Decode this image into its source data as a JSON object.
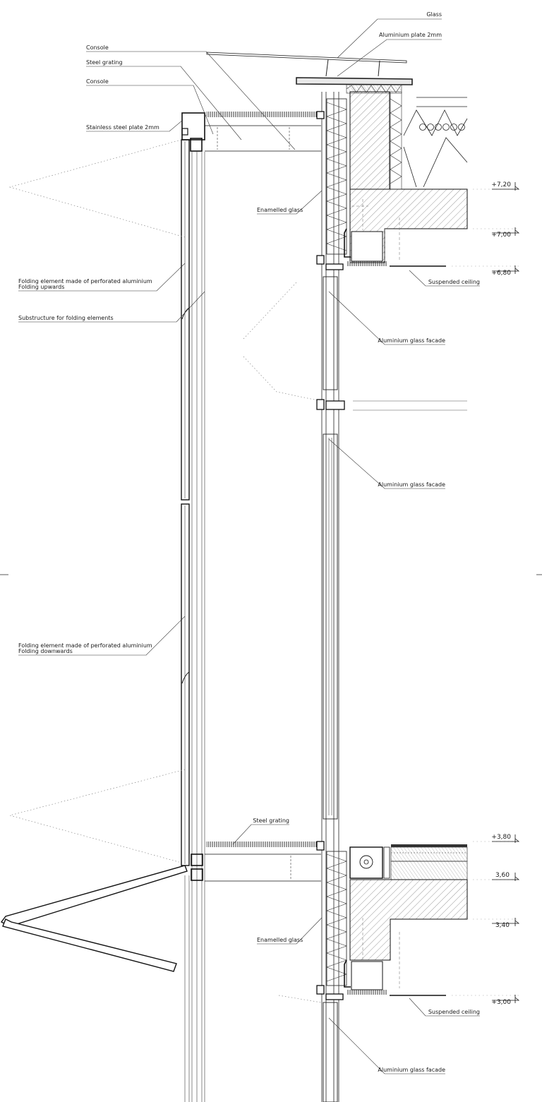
{
  "labels": {
    "glass": "Glass",
    "aluminium_plate": "Aluminium plate 2mm",
    "console_top": "Console",
    "steel_grating_top": "Steel grating",
    "console_mid": "Console",
    "stainless_plate": "Stainless steel plate 2mm",
    "enamelled_glass_upper": "Enamelled glass",
    "folding_up_line1": "Folding element made of perforated aluminium",
    "folding_up_line2": "Folding upwards",
    "substructure": "Substructure for folding elements",
    "suspended_ceiling_upper": "Suspended ceiling",
    "aluminium_facade_1": "Aluminium glass facade",
    "aluminium_facade_2": "Aluminium glass facade",
    "folding_down_line1": "Folding element made of perforated aluminium",
    "folding_down_line2": "Folding downwards",
    "steel_grating_bottom": "Steel grating",
    "enamelled_glass_lower": "Enamelled glass",
    "suspended_ceiling_lower": "Suspended ceiling",
    "aluminium_facade_3": "Aluminium glass facade"
  },
  "levels": {
    "l720": "+7,20",
    "l700": "+7,00",
    "l680": "+6,80",
    "l380": "+3,80",
    "l360": "3,60",
    "l340": "3,40",
    "l300": "+3,00"
  }
}
